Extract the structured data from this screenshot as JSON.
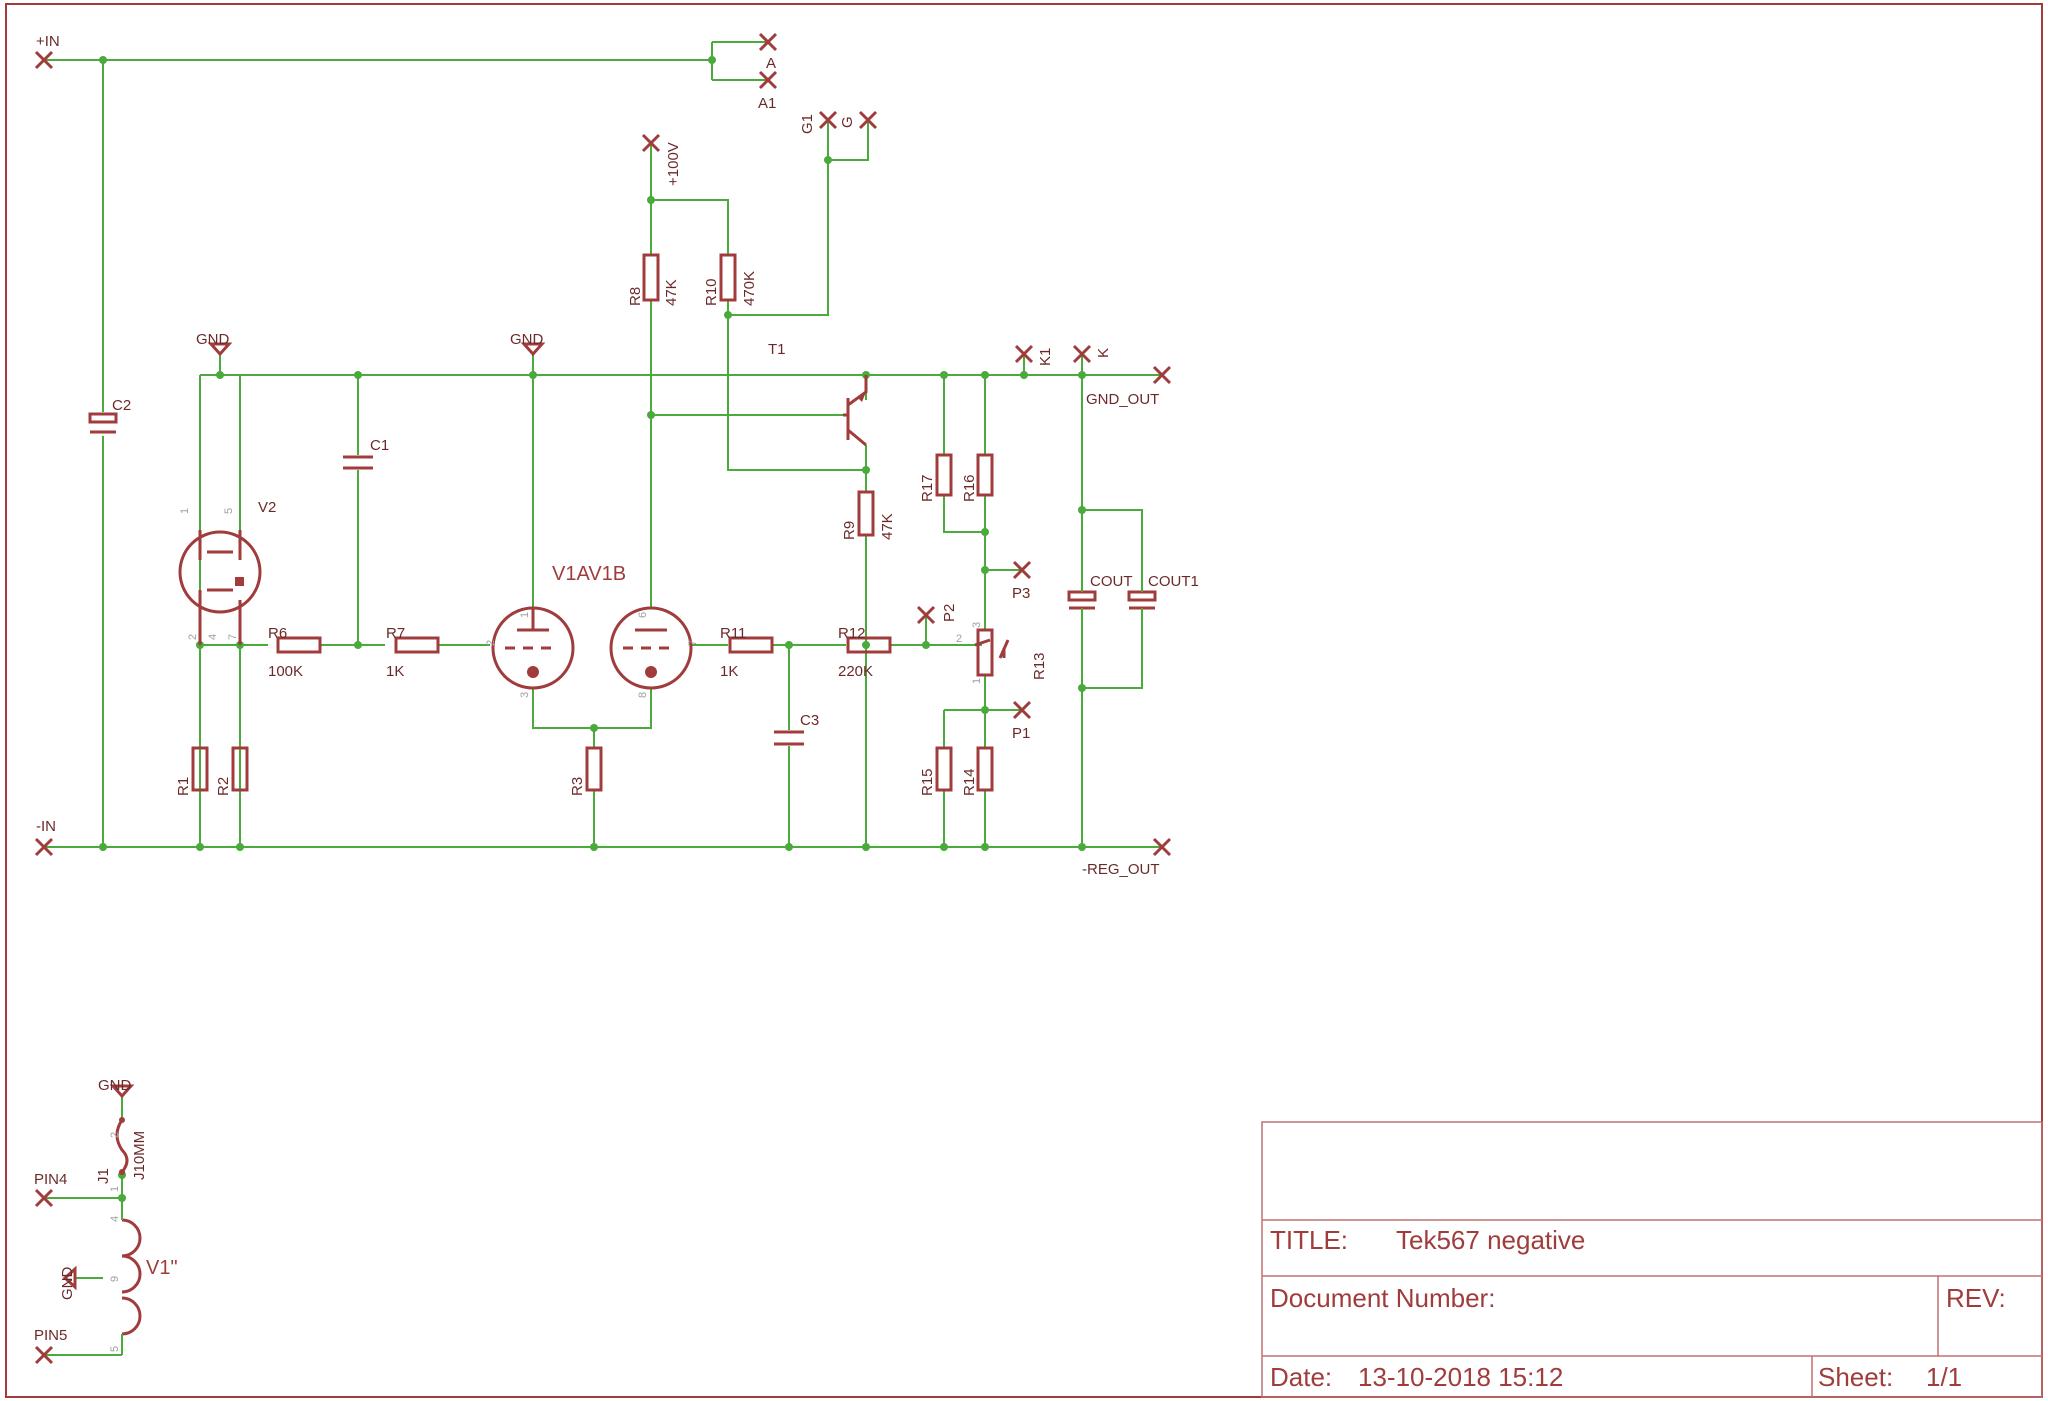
{
  "nets": {
    "in_pos": "+IN",
    "in_neg": "-IN",
    "a": "A",
    "a1": "A1",
    "g": "G",
    "g1": "G1",
    "v100": "+100V",
    "k": "K",
    "k1": "K1",
    "gnd_out": "GND_OUT",
    "reg_out": "-REG_OUT",
    "p1": "P1",
    "p2": "P2",
    "p3": "P3",
    "gnd": "GND",
    "pin4": "PIN4",
    "pin5": "PIN5"
  },
  "parts": {
    "c1": "C1",
    "c2": "C2",
    "c3": "C3",
    "cout": "COUT",
    "cout1": "COUT1",
    "v2": "V2",
    "v1": "V1AV1B",
    "v1b": "V1\"",
    "t1": "T1",
    "r1": "R1",
    "r2": "R2",
    "r3": "R3",
    "r6": "R6",
    "r6_val": "100K",
    "r7": "R7",
    "r7_val": "1K",
    "r8": "R8",
    "r8_val": "47K",
    "r9": "R9",
    "r9_val": "47K",
    "r10": "R10",
    "r10_val": "470K",
    "r11": "R11",
    "r11_val": "1K",
    "r12": "R12",
    "r12_val": "220K",
    "r13": "R13",
    "r14": "R14",
    "r15": "R15",
    "r16": "R16",
    "r17": "R17",
    "j1": "J1",
    "j1_val": "J10MM"
  },
  "pins": {
    "v2": [
      "1",
      "5",
      "2",
      "4",
      "7"
    ],
    "v1a": [
      "1",
      "2",
      "3"
    ],
    "v1b": [
      "6",
      "7",
      "8"
    ],
    "r13": [
      "1",
      "2",
      "3"
    ],
    "j1": [
      "1",
      "2"
    ],
    "heater": [
      "4",
      "9",
      "5"
    ]
  },
  "title_block": {
    "title_label": "TITLE:",
    "title_value": "Tek567 negative",
    "docnum_label": "Document Number:",
    "rev_label": "REV:",
    "date_label": "Date:",
    "date_value": "13-10-2018 15:12",
    "sheet_label": "Sheet:",
    "sheet_value": "1/1"
  },
  "colors": {
    "wire": "#4aaa3c",
    "symbol": "#a03c3c",
    "text": "#6b2a2a",
    "pin_number": "#a0a0a0"
  }
}
